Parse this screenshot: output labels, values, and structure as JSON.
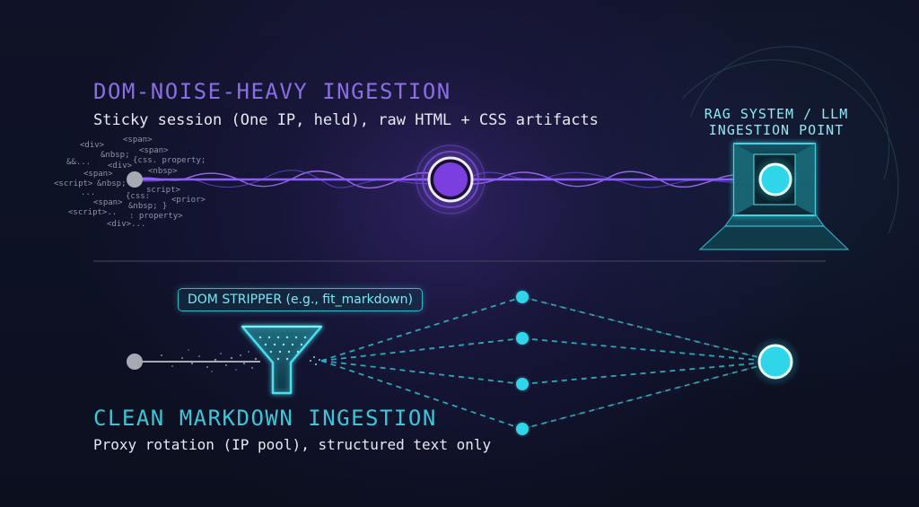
{
  "top": {
    "title": "DOM-NOISE-HEAVY INGESTION",
    "subtitle": "Sticky session (One IP, held), raw HTML + CSS artifacts"
  },
  "target": {
    "label": "RAG SYSTEM / LLM INGESTION POINT"
  },
  "bottom": {
    "title": "CLEAN MARKDOWN INGESTION",
    "subtitle": "Proxy rotation (IP pool), structured text only",
    "stripper_label": "DOM STRIPPER (e.g., fit_markdown)"
  },
  "noise_tokens": [
    "<span>",
    "<div>",
    "<span>",
    "&nbsp;",
    "&&...",
    "<div>",
    "{css. property;",
    "<span>",
    "<nbsp>",
    "<script>",
    "&nbsp;",
    "script>",
    "...",
    "{css:",
    "<span>",
    "<prior>",
    "&nbsp; }",
    "<script>..",
    ": property>",
    "<div>..."
  ],
  "colors": {
    "purple_accent": "#8b6de6",
    "node_purple": "#7b3fe0",
    "cyan_accent": "#37c8d9",
    "node_cyan": "#2fd6ea",
    "gray_node": "#a7a9b3"
  },
  "icons": {
    "filter": "funnel-icon",
    "portal": "ingestion-portal-icon"
  }
}
